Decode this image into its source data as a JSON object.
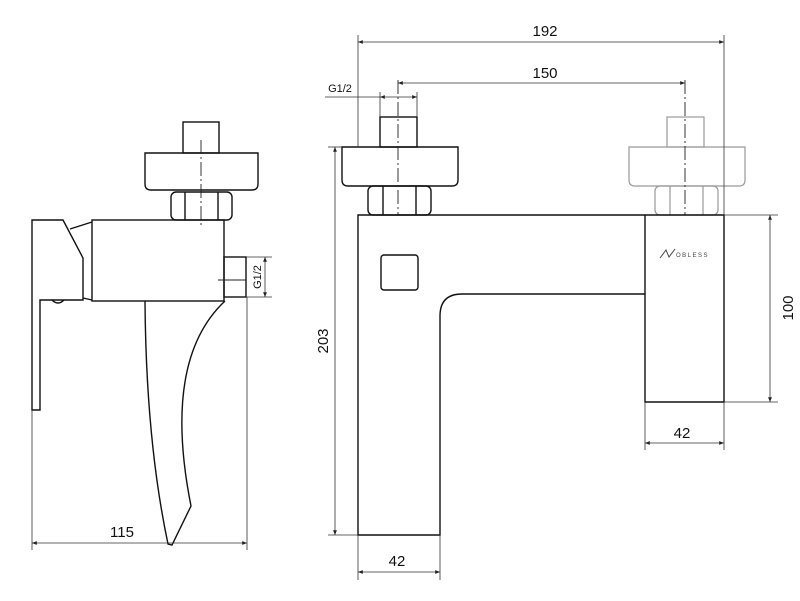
{
  "drawing": {
    "side_view": {
      "width_dim": "115",
      "outlet_thread": "G1/2"
    },
    "front_view": {
      "overall_width": "192",
      "inlet_spacing": "150",
      "inlet_thread": "G1/2",
      "overall_height": "203",
      "body_height": "100",
      "body_width_right": "42",
      "spout_width": "42",
      "logo_text": "NOBLESS"
    }
  }
}
